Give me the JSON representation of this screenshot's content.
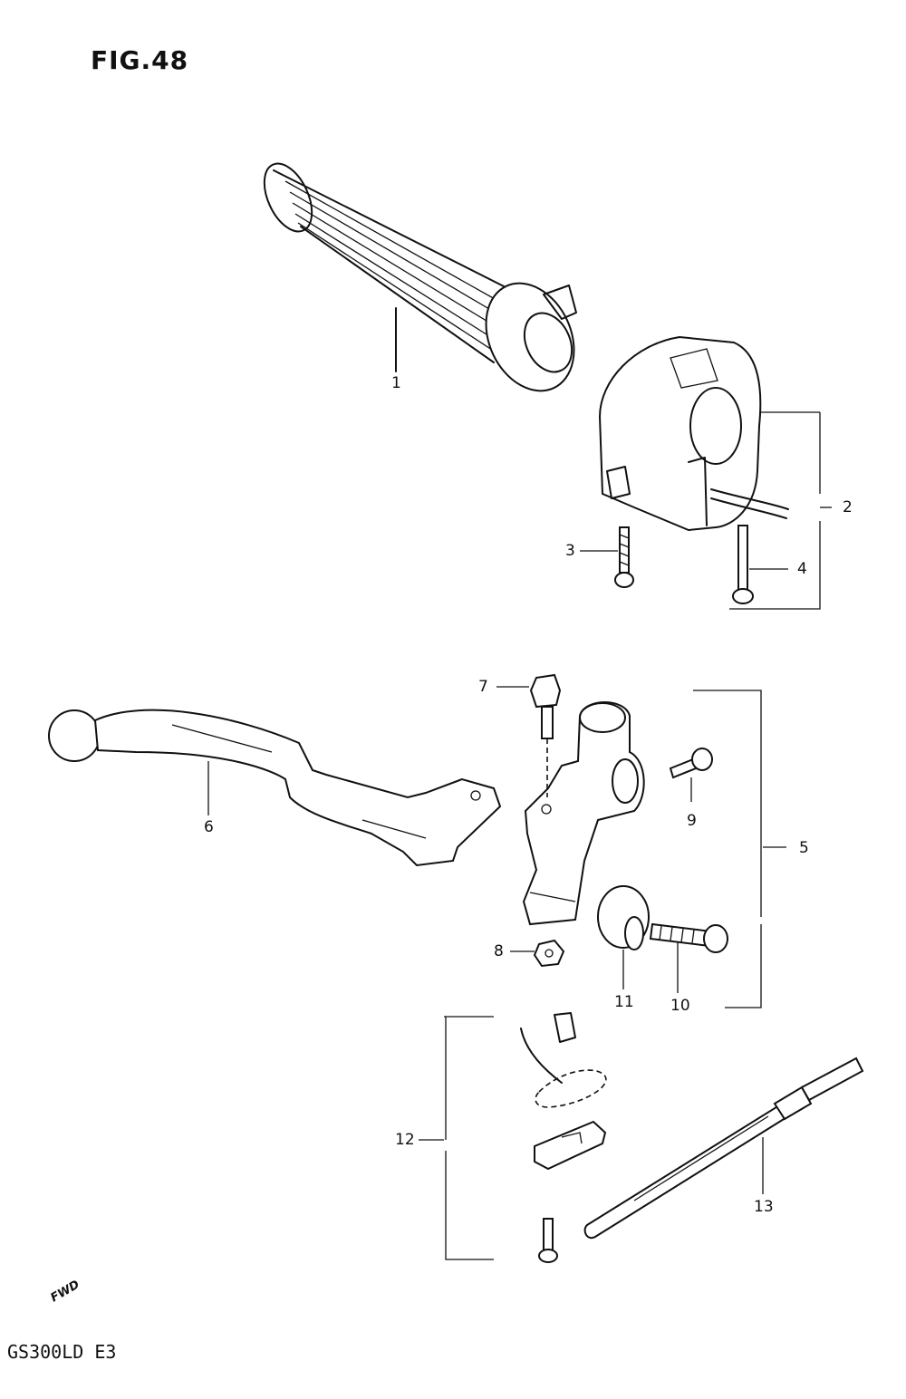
{
  "header": {
    "figure_title": "FIG.48"
  },
  "footer": {
    "model_code": "GS300LD  E3",
    "direction_mark": "FWD"
  },
  "callouts": [
    {
      "id": "c1",
      "text": "1"
    },
    {
      "id": "c2",
      "text": "2"
    },
    {
      "id": "c3",
      "text": "3"
    },
    {
      "id": "c4",
      "text": "4"
    },
    {
      "id": "c5",
      "text": "5"
    },
    {
      "id": "c6",
      "text": "6"
    },
    {
      "id": "c7",
      "text": "7"
    },
    {
      "id": "c8",
      "text": "8"
    },
    {
      "id": "c9",
      "text": "9"
    },
    {
      "id": "c10",
      "text": "10"
    },
    {
      "id": "c11",
      "text": "11"
    },
    {
      "id": "c12",
      "text": "12"
    },
    {
      "id": "c13",
      "text": "13"
    }
  ]
}
